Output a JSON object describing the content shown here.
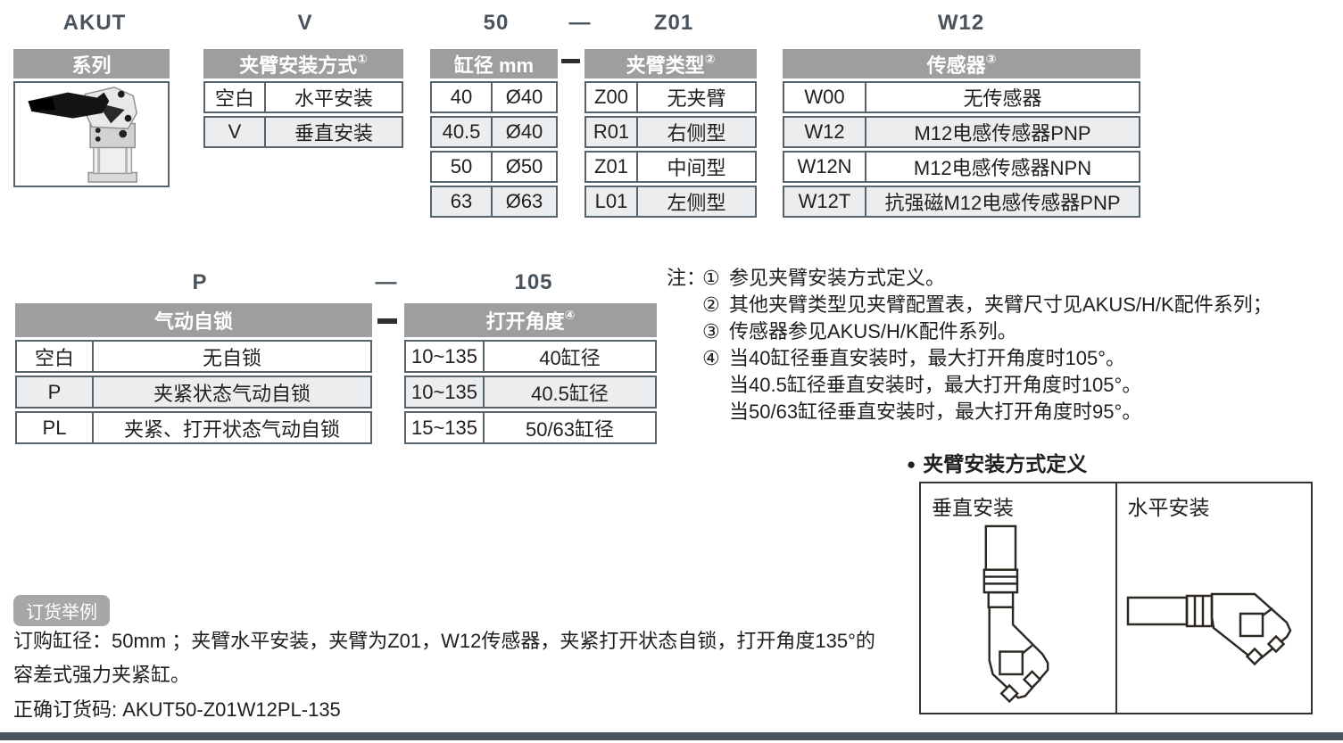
{
  "codes": {
    "series": "AKUT",
    "mount": "V",
    "bore": "50",
    "dash": "—",
    "arm_type": "Z01",
    "sensor": "W12",
    "selflock": "P",
    "angle": "105"
  },
  "tables": {
    "series": {
      "header": "系列"
    },
    "arm_mount": {
      "header": "夹臂安装方式",
      "sup": "①",
      "rows": [
        [
          "空白",
          "水平安装"
        ],
        [
          "V",
          "垂直安装"
        ]
      ]
    },
    "bore": {
      "header": "缸径 mm",
      "rows": [
        [
          "40",
          "Ø40"
        ],
        [
          "40.5",
          "Ø40"
        ],
        [
          "50",
          "Ø50"
        ],
        [
          "63",
          "Ø63"
        ]
      ]
    },
    "arm_type": {
      "header": "夹臂类型",
      "sup": "②",
      "rows": [
        [
          "Z00",
          "无夹臂"
        ],
        [
          "R01",
          "右侧型"
        ],
        [
          "Z01",
          "中间型"
        ],
        [
          "L01",
          "左侧型"
        ]
      ]
    },
    "sensor": {
      "header": "传感器",
      "sup": "③",
      "rows": [
        [
          "W00",
          "无传感器"
        ],
        [
          "W12",
          "M12电感传感器PNP"
        ],
        [
          "W12N",
          "M12电感传感器NPN"
        ],
        [
          "W12T",
          "抗强磁M12电感传感器PNP"
        ]
      ]
    },
    "selflock": {
      "header": "气动自锁",
      "rows": [
        [
          "空白",
          "无自锁"
        ],
        [
          "P",
          "夹紧状态气动自锁"
        ],
        [
          "PL",
          "夹紧、打开状态气动自锁"
        ]
      ]
    },
    "angle": {
      "header": "打开角度",
      "sup": "④",
      "rows": [
        [
          "10~135",
          "40缸径"
        ],
        [
          "10~135",
          "40.5缸径"
        ],
        [
          "15~135",
          "50/63缸径"
        ]
      ]
    }
  },
  "notes": {
    "label": "注：",
    "lines": [
      {
        "marker": "①",
        "text": "参见夹臂安装方式定义。"
      },
      {
        "marker": "②",
        "text": "其他夹臂类型见夹臂配置表，夹臂尺寸见AKUS/H/K配件系列；"
      },
      {
        "marker": "③",
        "text": "传感器参见AKUS/H/K配件系列。"
      },
      {
        "marker": "④",
        "text": "当40缸径垂直安装时，最大打开角度时105°。"
      },
      {
        "marker": "",
        "text": "当40.5缸径垂直安装时，最大打开角度时105°。"
      },
      {
        "marker": "",
        "text": "当50/63缸径垂直安装时，最大打开角度时95°。"
      }
    ]
  },
  "mount_def": {
    "bullet": "●",
    "title": "夹臂安装方式定义",
    "vertical_label": "垂直安装",
    "horizontal_label": "水平安装"
  },
  "example": {
    "badge": "订货举例",
    "line1": "订购缸径：50mm ；夹臂水平安装，夹臂为Z01，W12传感器，夹紧打开状态自锁，打开角度135°的",
    "line2": "容差式强力夹紧缸。",
    "line3_label": "正确订货码: ",
    "line3_code": "AKUT50-Z01W12PL-135"
  },
  "colors": {
    "header_gray": "#9c9e9f",
    "row_alt": "#ebedee",
    "table_border": "#57636b",
    "accent_slate": "#4a545c",
    "text": "#221e1f",
    "badge_gray": "#a7a7a7",
    "bottom_bar": "#4b545c"
  }
}
